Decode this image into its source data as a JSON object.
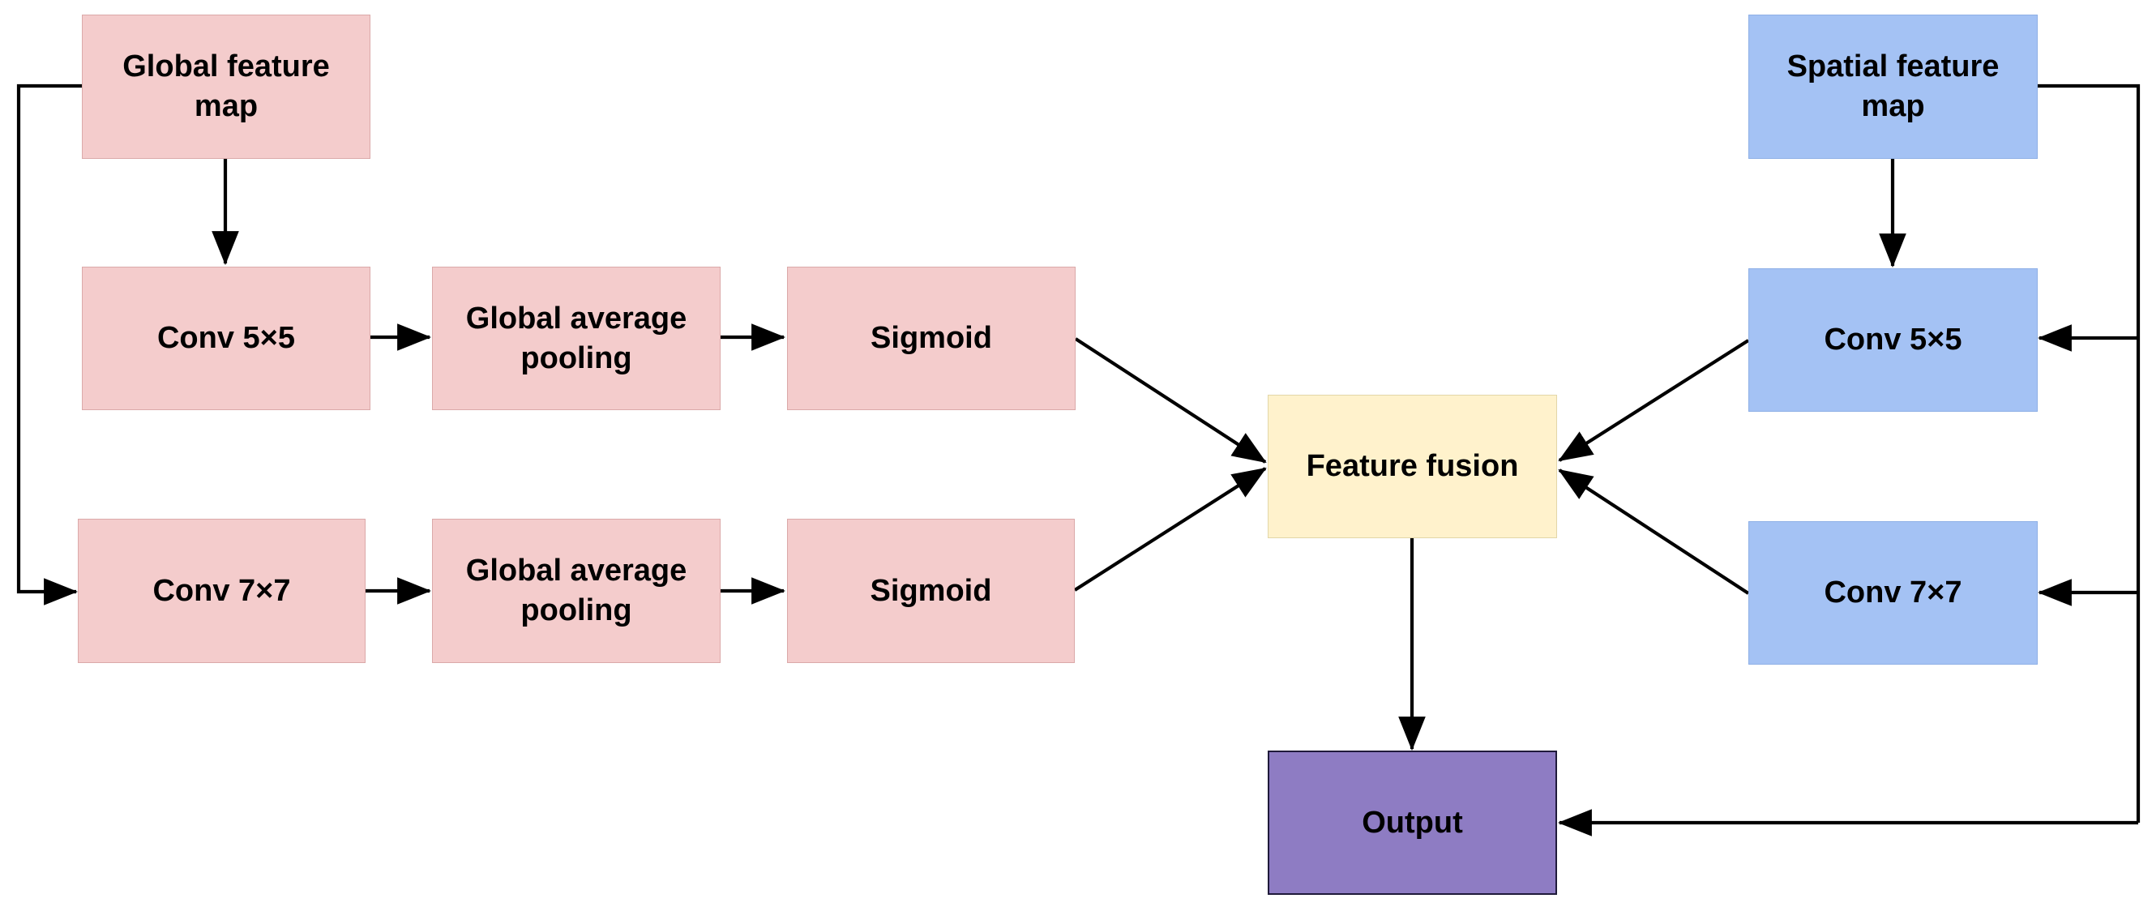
{
  "diagram": {
    "nodes": {
      "global_feature_map": "Global feature map",
      "conv5_left": "Conv 5×5",
      "gap_top": "Global average pooling",
      "sigmoid_top": "Sigmoid",
      "conv7_left": "Conv 7×7",
      "gap_bottom": "Global average pooling",
      "sigmoid_bottom": "Sigmoid",
      "feature_fusion": "Feature fusion",
      "spatial_feature_map": "Spatial feature map",
      "conv5_right": "Conv 5×5",
      "conv7_right": "Conv 7×7",
      "output": "Output"
    },
    "colors": {
      "global_branch": "#f4cccc",
      "spatial_branch": "#a4c2f4",
      "fusion": "#fff2cc",
      "output": "#8e7cc3",
      "arrows": "#000000"
    },
    "edges": [
      [
        "global_feature_map",
        "conv5_left"
      ],
      [
        "global_feature_map",
        "conv7_left"
      ],
      [
        "conv5_left",
        "gap_top"
      ],
      [
        "gap_top",
        "sigmoid_top"
      ],
      [
        "conv7_left",
        "gap_bottom"
      ],
      [
        "gap_bottom",
        "sigmoid_bottom"
      ],
      [
        "sigmoid_top",
        "feature_fusion"
      ],
      [
        "sigmoid_bottom",
        "feature_fusion"
      ],
      [
        "spatial_feature_map",
        "conv5_right"
      ],
      [
        "spatial_feature_map",
        "conv7_right"
      ],
      [
        "spatial_feature_map",
        "output"
      ],
      [
        "conv5_right",
        "feature_fusion"
      ],
      [
        "conv7_right",
        "feature_fusion"
      ],
      [
        "feature_fusion",
        "output"
      ]
    ]
  }
}
